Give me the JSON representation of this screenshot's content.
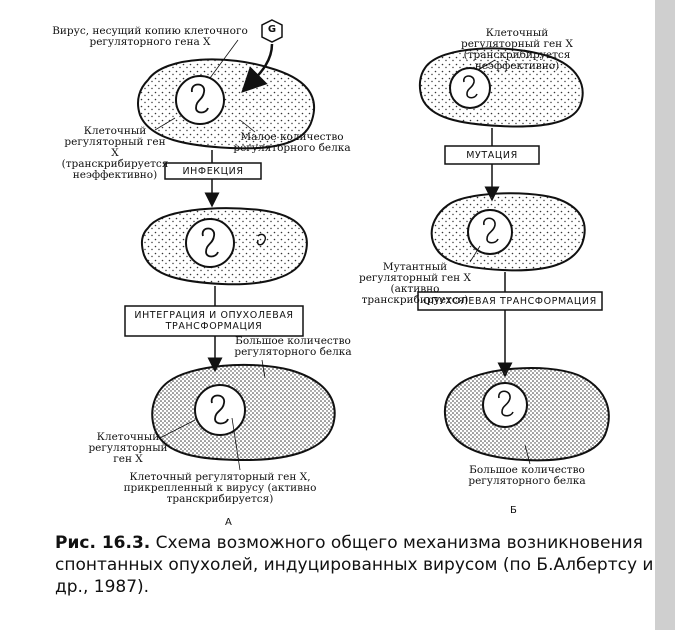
{
  "left_column": {
    "virus_label": "Вирус, несущий копию клеточного регуляторного гена X",
    "virus_gene_letter": "G",
    "gene_label_top": "Клеточный регуляторный ген X (транскрибируется неэффективно)",
    "small_protein_label": "Малое количество регуляторного белка",
    "step_infection": "ИНФЕКЦИЯ",
    "step_integration": "ИНТЕГРАЦИЯ И ОПУХОЛЕВАЯ ТРАНСФОРМАЦИЯ",
    "large_protein_label": "Большое количество регуляторного белка",
    "gene_label_bottom": "Клеточный регуляторный ген X",
    "attached_gene_label": "Клеточный регуляторный ген X, прикрепленный к вирусу (активно транскрибируется)",
    "letter": "А"
  },
  "right_column": {
    "gene_label_top": "Клеточный регуляторный ген X (транскрибируется неэффективно)",
    "step_mutation": "МУТАЦИЯ",
    "mutant_gene_label": "Мутантный регуляторный ген X (активно транскрибируется)",
    "step_transformation": "ОПУХОЛЕВАЯ ТРАНСФОРМАЦИЯ",
    "large_protein_label": "Большое количество регуляторного белка",
    "letter": "Б"
  },
  "caption": {
    "figure_number": "Рис. 16.3.",
    "text": "Схема возможного общего механизма возникновения спонтанных опухолей, индуцированных вирусом (по Б.Албертсу и др., 1987)."
  },
  "colors": {
    "ink": "#1a1a1a",
    "paper": "#ffffff",
    "stipple": "#333333"
  }
}
